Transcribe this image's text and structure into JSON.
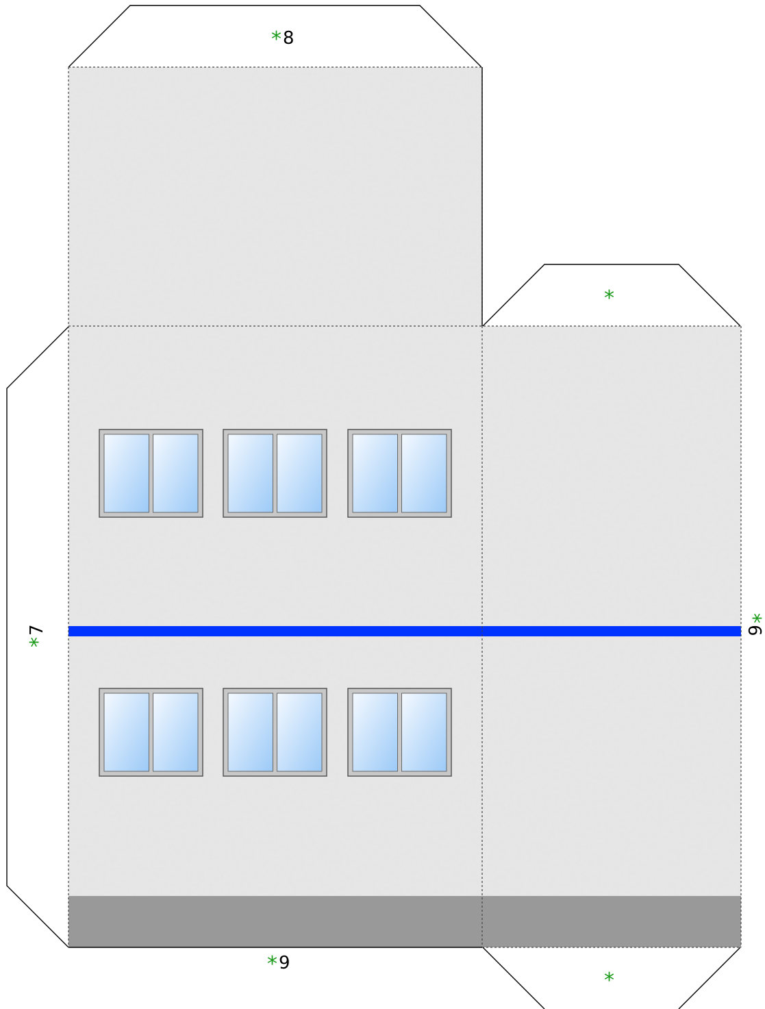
{
  "glue_marker": "*",
  "tabs": {
    "top_main": {
      "number": "8"
    },
    "top_side": {
      "number": ""
    },
    "left": {
      "number": "7"
    },
    "right": {
      "number": "6"
    },
    "bottom_main": {
      "number": "9"
    },
    "bottom_side": {
      "number": ""
    }
  },
  "colors": {
    "wall_base": "#e6e6e6",
    "wall_speckle": "#d4d4d4",
    "base_band": "#999999",
    "stripe": "#0033ff",
    "window_frame": "#c8c8c8",
    "window_glass_light": "#f4f9ff",
    "window_glass_dark": "#9ccaf7",
    "fold_line": "#444444",
    "cut_line": "#000000",
    "glue_marker": "#1a9a1a"
  },
  "windows": {
    "rows": 2,
    "per_row": 3,
    "panes_per_window": 2
  }
}
